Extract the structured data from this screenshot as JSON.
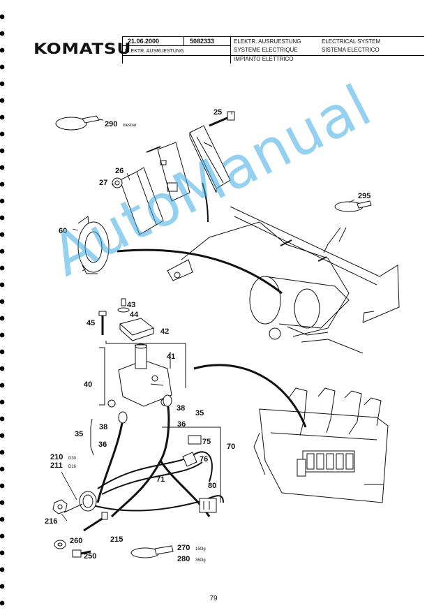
{
  "header": {
    "brand": "KOMATSU",
    "date": "21.06.2000",
    "part_number": "5082333",
    "subtitle_left": "ELEKTR. AUSRUESTUNG",
    "titles": {
      "de": "ELEKTR. AUSRUESTUNG",
      "fr": "SYSTEME ELECTRIQUE",
      "it": "IMPIANTO ELETTRICO",
      "en": "ELECTRICAL SYSTEM",
      "es": "SISTEMA ELECTRICO"
    }
  },
  "callouts": {
    "c290": "290",
    "c290_note": "loesbar",
    "c25": "25",
    "c27": "27",
    "c26": "26",
    "c295": "295",
    "c60": "60",
    "c43": "43",
    "c44": "44",
    "c45": "45",
    "c42": "42",
    "c41": "41",
    "c40": "40",
    "c38a": "38",
    "c38b": "38",
    "c35a": "35",
    "c35b": "35",
    "c36a": "36",
    "c36b": "36",
    "c75": "75",
    "c70": "70",
    "c76": "76",
    "c71": "71",
    "c80": "80",
    "c210": "210",
    "c210_note": "D30",
    "c211": "211",
    "c211_note": "D16",
    "c216": "216",
    "c215": "215",
    "c260": "260",
    "c250": "250",
    "c270": "270",
    "c270_note": "150lg",
    "c280": "280",
    "c280_note": "360lg"
  },
  "watermark": "AutoManual",
  "page_number": "79"
}
